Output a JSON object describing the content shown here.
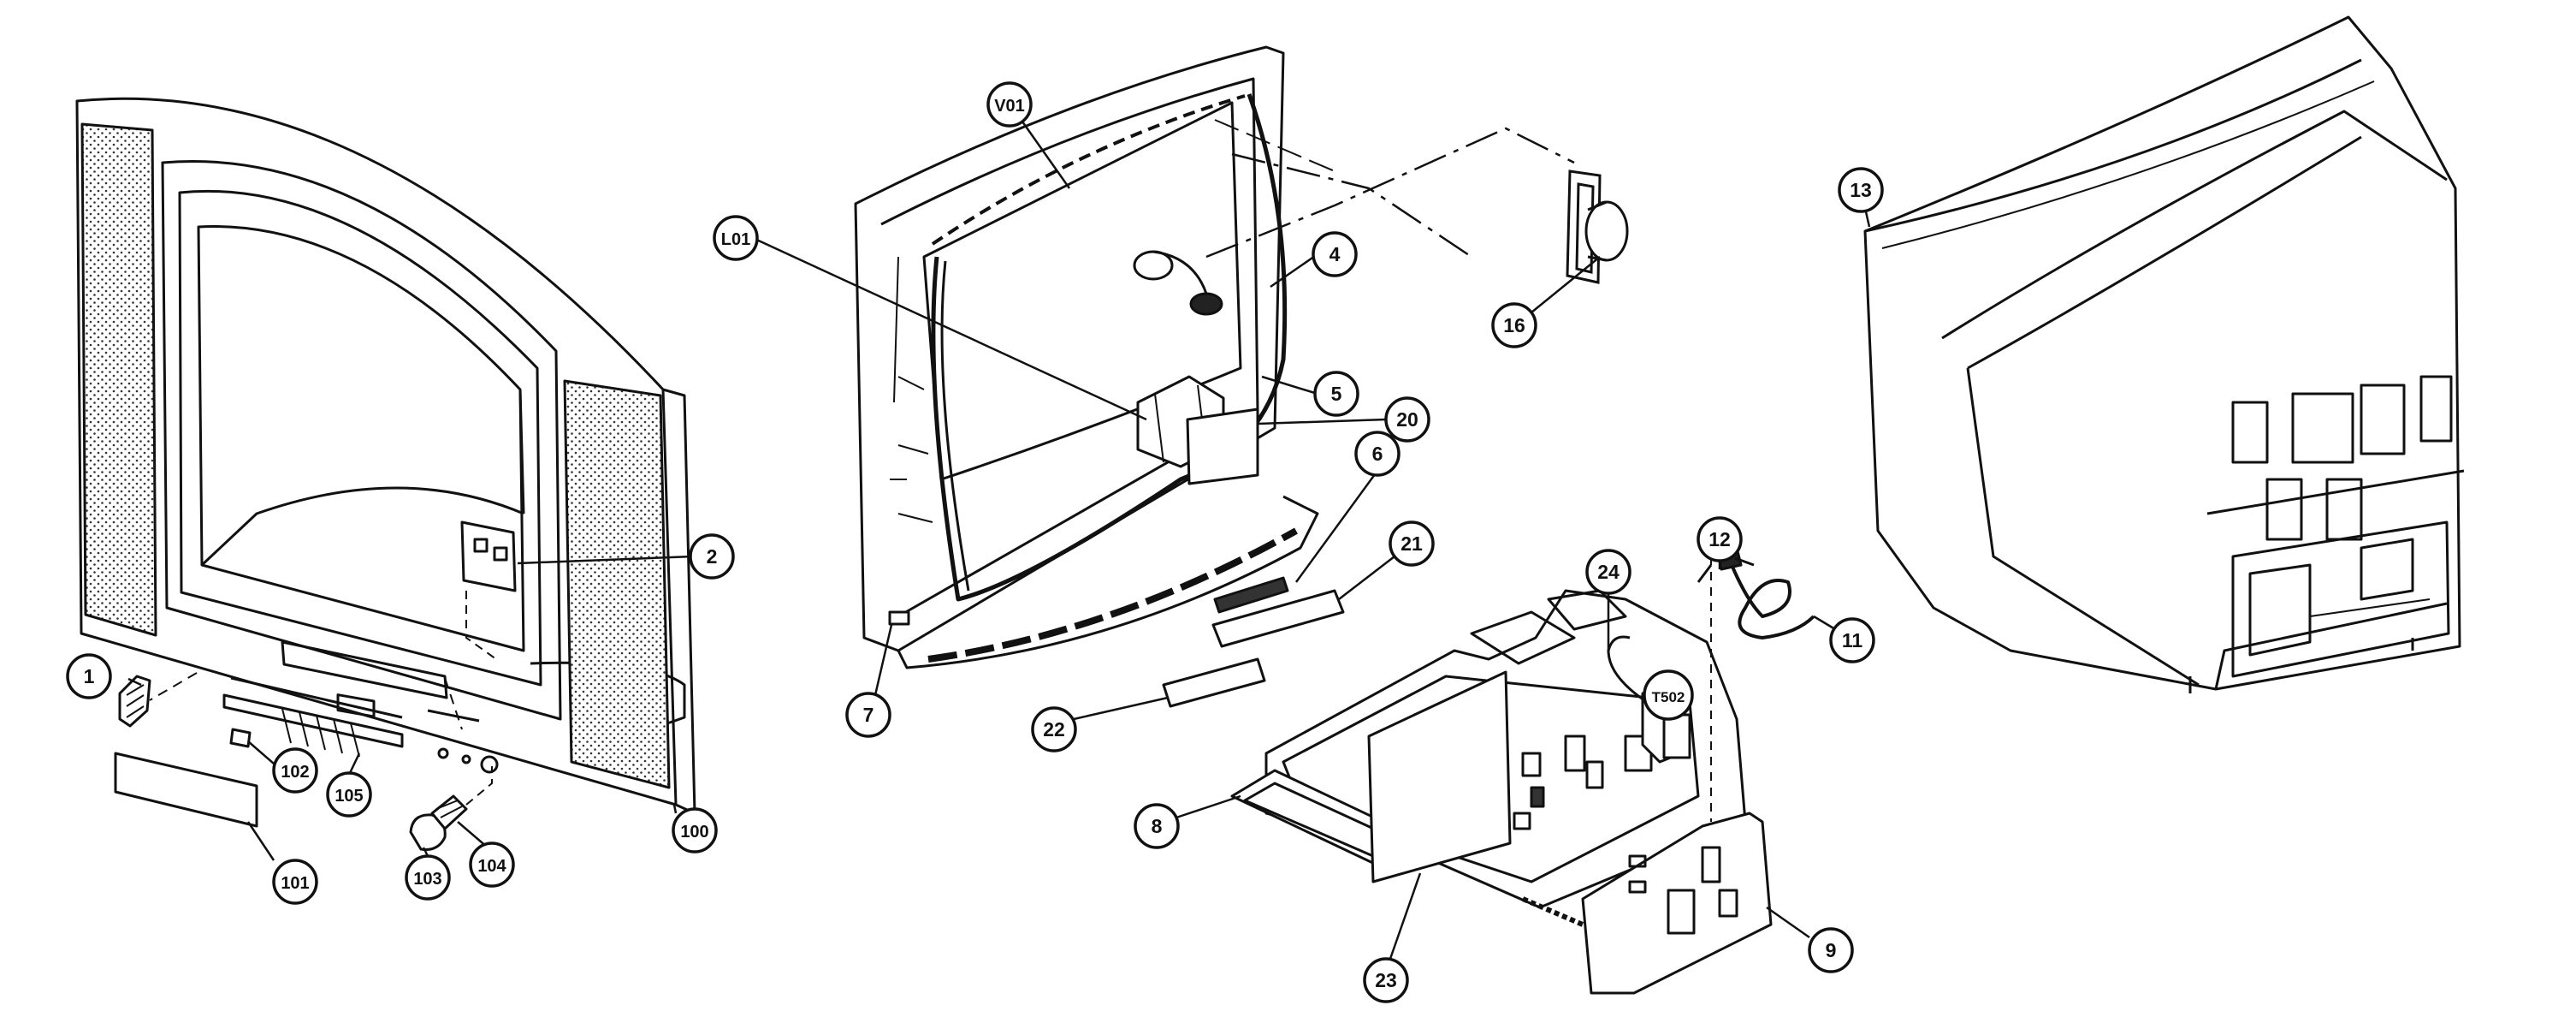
{
  "diagram": {
    "ink_color": "#111111",
    "paper_color": "#ffffff",
    "callouts": [
      {
        "id": "c1",
        "label": "1"
      },
      {
        "id": "c2",
        "label": "2"
      },
      {
        "id": "c100",
        "label": "100"
      },
      {
        "id": "c101",
        "label": "101"
      },
      {
        "id": "c102",
        "label": "102"
      },
      {
        "id": "c103",
        "label": "103"
      },
      {
        "id": "c104",
        "label": "104"
      },
      {
        "id": "c105",
        "label": "105"
      },
      {
        "id": "cL01",
        "label": "L01"
      },
      {
        "id": "cV01",
        "label": "V01"
      },
      {
        "id": "c4",
        "label": "4"
      },
      {
        "id": "c5",
        "label": "5"
      },
      {
        "id": "c20",
        "label": "20"
      },
      {
        "id": "c16",
        "label": "16"
      },
      {
        "id": "c6",
        "label": "6"
      },
      {
        "id": "c21",
        "label": "21"
      },
      {
        "id": "c7",
        "label": "7"
      },
      {
        "id": "c22",
        "label": "22"
      },
      {
        "id": "c12",
        "label": "12"
      },
      {
        "id": "c11",
        "label": "11"
      },
      {
        "id": "c24",
        "label": "24"
      },
      {
        "id": "cT502",
        "label": "T502"
      },
      {
        "id": "c8",
        "label": "8"
      },
      {
        "id": "c23",
        "label": "23"
      },
      {
        "id": "c9",
        "label": "9"
      },
      {
        "id": "c13",
        "label": "13"
      }
    ]
  }
}
